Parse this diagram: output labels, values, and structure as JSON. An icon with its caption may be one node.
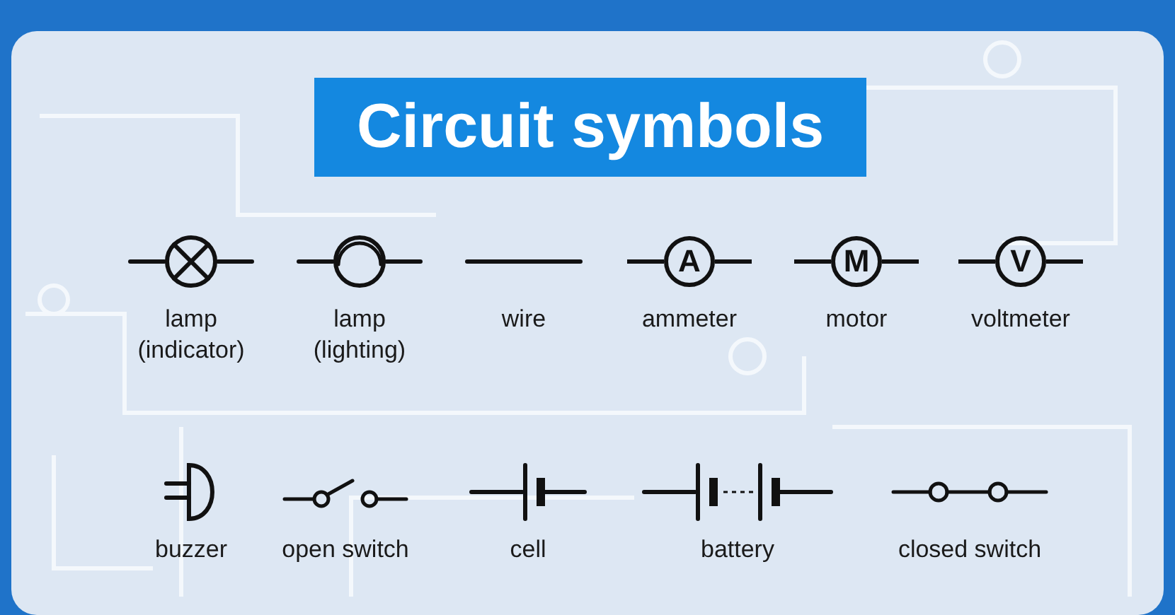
{
  "diagram": {
    "title": "Circuit symbols",
    "nodes": [
      {
        "text": [
          "A"
        ],
        "beside": [
          "ammeter"
        ]
      },
      {
        "text": [
          "M"
        ],
        "beside": [
          "motor"
        ]
      },
      {
        "text": [
          "V"
        ],
        "beside": [
          "voltmeter"
        ]
      }
    ],
    "labels": [
      "lamp (indicator)",
      "lamp (lighting)",
      "wire",
      "buzzer",
      "open switch",
      "cell",
      "battery",
      "closed switch"
    ]
  }
}
